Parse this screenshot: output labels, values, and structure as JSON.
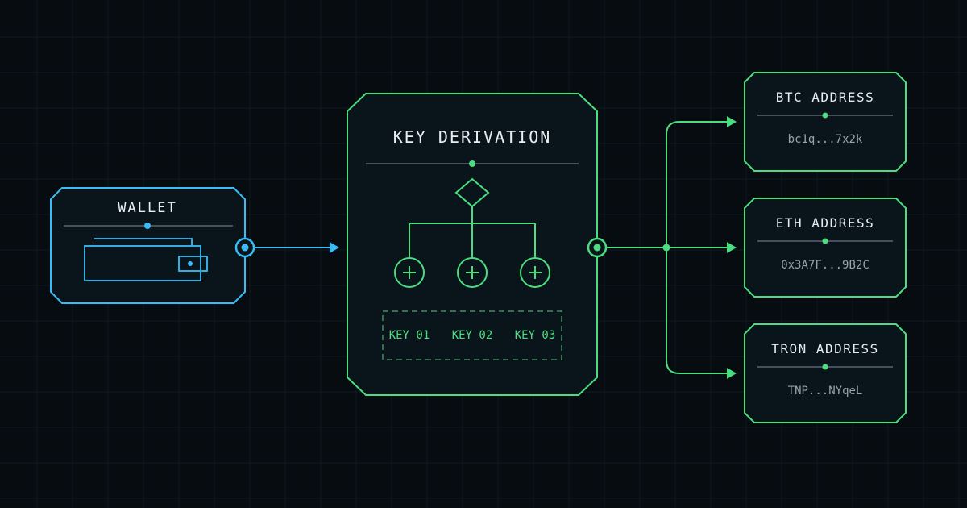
{
  "colors": {
    "background": "#070c11",
    "grid": "#0f1a22",
    "panel_fill": "#0a141b",
    "wallet_accent": "#38bdf8",
    "derivation_accent": "#4ade80",
    "divider": "#5b6570",
    "title_text": "#e6edf3",
    "value_text": "#9aa3ab",
    "key_text": "#4ade80"
  },
  "wallet": {
    "title": "WALLET",
    "icon": "wallet-icon"
  },
  "derivation": {
    "title": "KEY DERIVATION",
    "icon": "derivation-tree-icon",
    "keys": [
      "KEY 01",
      "KEY 02",
      "KEY 03"
    ]
  },
  "addresses": [
    {
      "title": "BTC ADDRESS",
      "value": "bc1q...7x2k"
    },
    {
      "title": "ETH ADDRESS",
      "value": "0x3A7F...9B2C"
    },
    {
      "title": "TRON ADDRESS",
      "value": "TNP...NYqeL"
    }
  ]
}
